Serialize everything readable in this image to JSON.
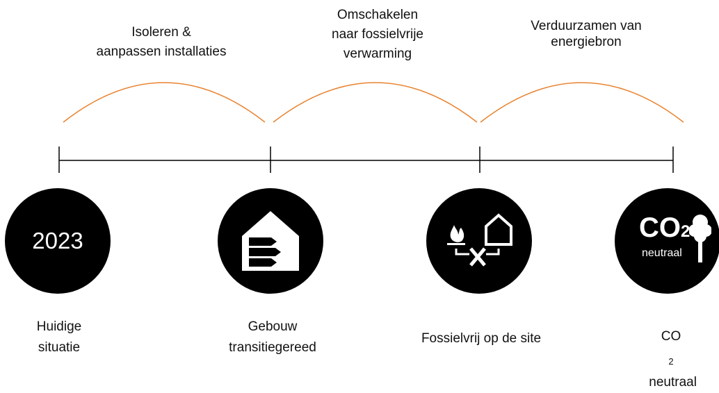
{
  "phases": [
    {
      "lines": [
        "Isoleren &",
        "aanpassen installaties"
      ]
    },
    {
      "lines": [
        "Omschakelen",
        "naar fossielvrije",
        "verwarming"
      ]
    },
    {
      "lines": [
        "Verduurzamen van",
        "energiebron"
      ]
    }
  ],
  "milestones": [
    {
      "circle_text": "2023",
      "lines": [
        "Huidige",
        "situatie"
      ],
      "icon": "year-text"
    },
    {
      "lines": [
        "Gebouw",
        "transitiegereed"
      ],
      "icon": "energy-label-house-icon"
    },
    {
      "lines": [
        "Fossielvrij op de site"
      ],
      "icon": "fossil-free-icon"
    },
    {
      "icon_text": {
        "co": "CO",
        "two": "2",
        "neutral": "neutraal"
      },
      "label": {
        "co": "CO",
        "two": "2",
        "neutral": " neutraal"
      },
      "icon": "co2-neutral-tree-icon"
    }
  ],
  "colors": {
    "arc": "#E8822E",
    "line": "#000000",
    "circle": "#000000",
    "text": "#111111"
  }
}
